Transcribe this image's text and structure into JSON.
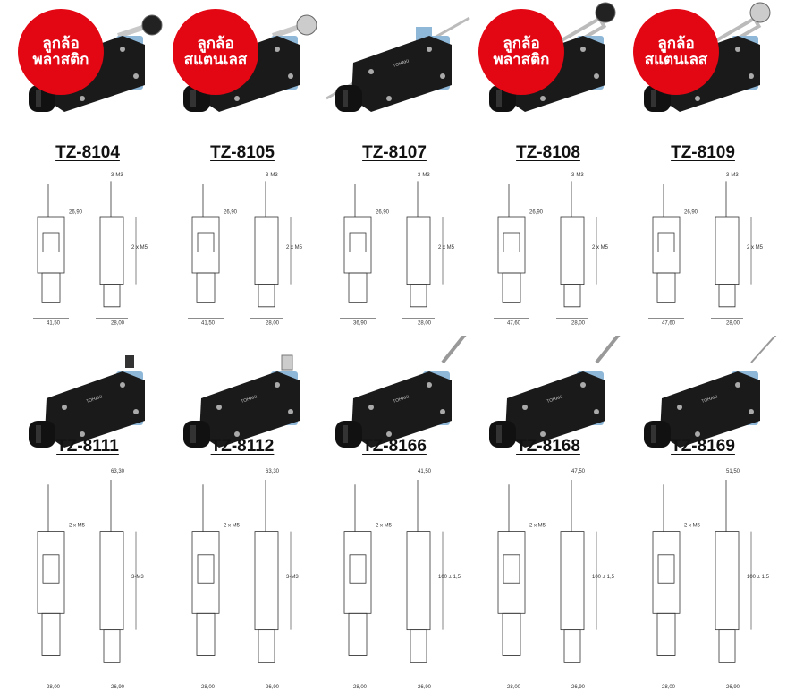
{
  "colors": {
    "badge": "#e30613",
    "head": "#8fb8d8",
    "body": "#1a1a1a",
    "metal": "#c8c8c8"
  },
  "products": [
    {
      "model": "TZ-8104",
      "badge": [
        "ลูกล้อ",
        "พลาสติก"
      ],
      "actuator": "roller-lever",
      "dims": [
        "41,50",
        "28,00",
        "26,90",
        "2 x M5",
        "3-M3"
      ]
    },
    {
      "model": "TZ-8105",
      "badge": [
        "ลูกล้อ",
        "สแตนเลส"
      ],
      "actuator": "roller-lever",
      "dims": [
        "41,50",
        "28,00",
        "26,90",
        "2 x M5",
        "3-M3"
      ]
    },
    {
      "model": "TZ-8107",
      "badge": null,
      "actuator": "rod-lever",
      "dims": [
        "36,90",
        "28,00",
        "26,90",
        "2 x M5",
        "3-M3"
      ]
    },
    {
      "model": "TZ-8108",
      "badge": [
        "ลูกล้อ",
        "พลาสติก"
      ],
      "actuator": "adjustable-roller",
      "dims": [
        "47,60",
        "28,00",
        "26,90",
        "2 x M5",
        "3-M3"
      ]
    },
    {
      "model": "TZ-8109",
      "badge": [
        "ลูกล้อ",
        "สแตนเลส"
      ],
      "actuator": "adjustable-roller",
      "dims": [
        "47,60",
        "28,00",
        "26,90",
        "2 x M5",
        "3-M3"
      ]
    },
    {
      "model": "TZ-8111",
      "badge": null,
      "actuator": "plunger",
      "dims": [
        "28,00",
        "26,90",
        "2 x M5",
        "3-M3",
        "63,30"
      ]
    },
    {
      "model": "TZ-8112",
      "badge": null,
      "actuator": "roller-plunger",
      "dims": [
        "28,00",
        "26,90",
        "2 x M5",
        "3-M3",
        "63,30"
      ]
    },
    {
      "model": "TZ-8166",
      "badge": null,
      "actuator": "spring-coil",
      "dims": [
        "28,00",
        "26,90",
        "2 x M5",
        "100 ± 1,5",
        "41,50"
      ]
    },
    {
      "model": "TZ-8168",
      "badge": null,
      "actuator": "spring-coil",
      "dims": [
        "28,00",
        "26,90",
        "2 x M5",
        "100 ± 1,5",
        "47,50"
      ]
    },
    {
      "model": "TZ-8169",
      "badge": null,
      "actuator": "spring-wire",
      "dims": [
        "28,00",
        "26,90",
        "2 x M5",
        "100 ± 1,5",
        "51,50"
      ]
    }
  ]
}
